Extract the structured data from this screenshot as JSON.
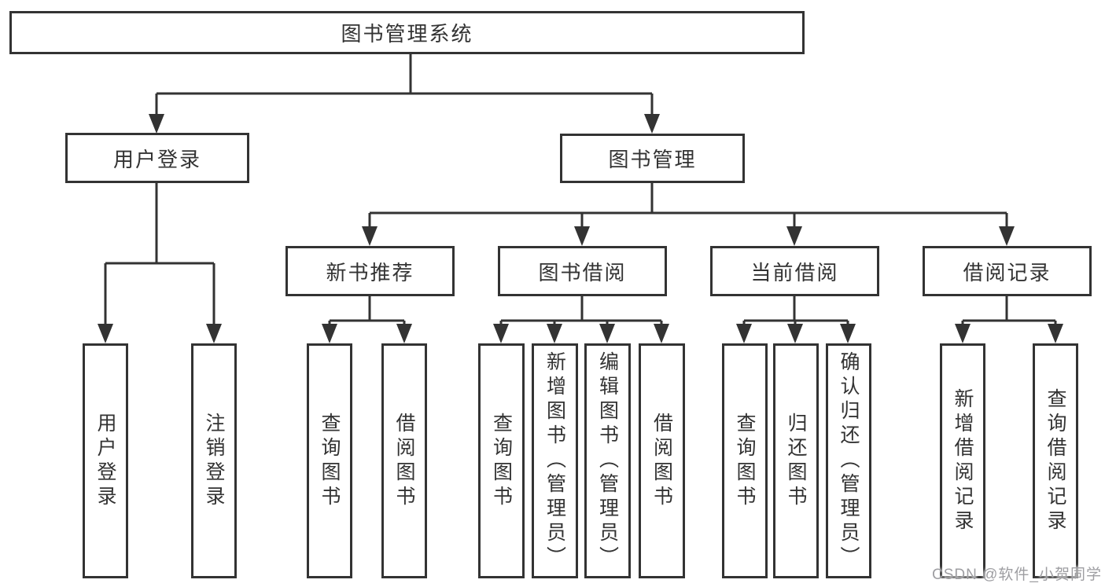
{
  "diagram": {
    "title": "图书管理系统",
    "nodes": {
      "root": {
        "label": "图书管理系统"
      },
      "user_login": {
        "label": "用户登录"
      },
      "book_mgmt": {
        "label": "图书管理"
      },
      "new_book_rec": {
        "label": "新书推荐"
      },
      "book_borrow": {
        "label": "图书借阅"
      },
      "current_borrow": {
        "label": "当前借阅"
      },
      "borrow_records": {
        "label": "借阅记录"
      },
      "leaf_user_login": {
        "label": "用户登录"
      },
      "leaf_logout": {
        "label": "注销登录"
      },
      "leaf_nbr_query": {
        "label": "查询图书"
      },
      "leaf_nbr_borrow": {
        "label": "借阅图书"
      },
      "leaf_bb_query": {
        "label": "查询图书"
      },
      "leaf_bb_add": {
        "label": "新增图书（管理员）"
      },
      "leaf_bb_edit": {
        "label": "编辑图书（管理员）"
      },
      "leaf_bb_borrow": {
        "label": "借阅图书"
      },
      "leaf_cb_query": {
        "label": "查询图书"
      },
      "leaf_cb_return": {
        "label": "归还图书"
      },
      "leaf_cb_confirm": {
        "label": "确认归还（管理员）"
      },
      "leaf_br_add": {
        "label": "新增借阅记录"
      },
      "leaf_br_query": {
        "label": "查询借阅记录"
      }
    },
    "hierarchy": {
      "root": [
        "user_login",
        "book_mgmt"
      ],
      "user_login": [
        "leaf_user_login",
        "leaf_logout"
      ],
      "book_mgmt": [
        "new_book_rec",
        "book_borrow",
        "current_borrow",
        "borrow_records"
      ],
      "new_book_rec": [
        "leaf_nbr_query",
        "leaf_nbr_borrow"
      ],
      "book_borrow": [
        "leaf_bb_query",
        "leaf_bb_add",
        "leaf_bb_edit",
        "leaf_bb_borrow"
      ],
      "current_borrow": [
        "leaf_cb_query",
        "leaf_cb_return",
        "leaf_cb_confirm"
      ],
      "borrow_records": [
        "leaf_br_add",
        "leaf_br_query"
      ]
    },
    "colors": {
      "line": "#333333",
      "box_border": "#333333",
      "box_fill": "#ffffff",
      "text": "#333333",
      "watermark": "#9e9ea2",
      "background": "#ffffff"
    },
    "watermark": "CSDN @软件_小贺同学"
  }
}
